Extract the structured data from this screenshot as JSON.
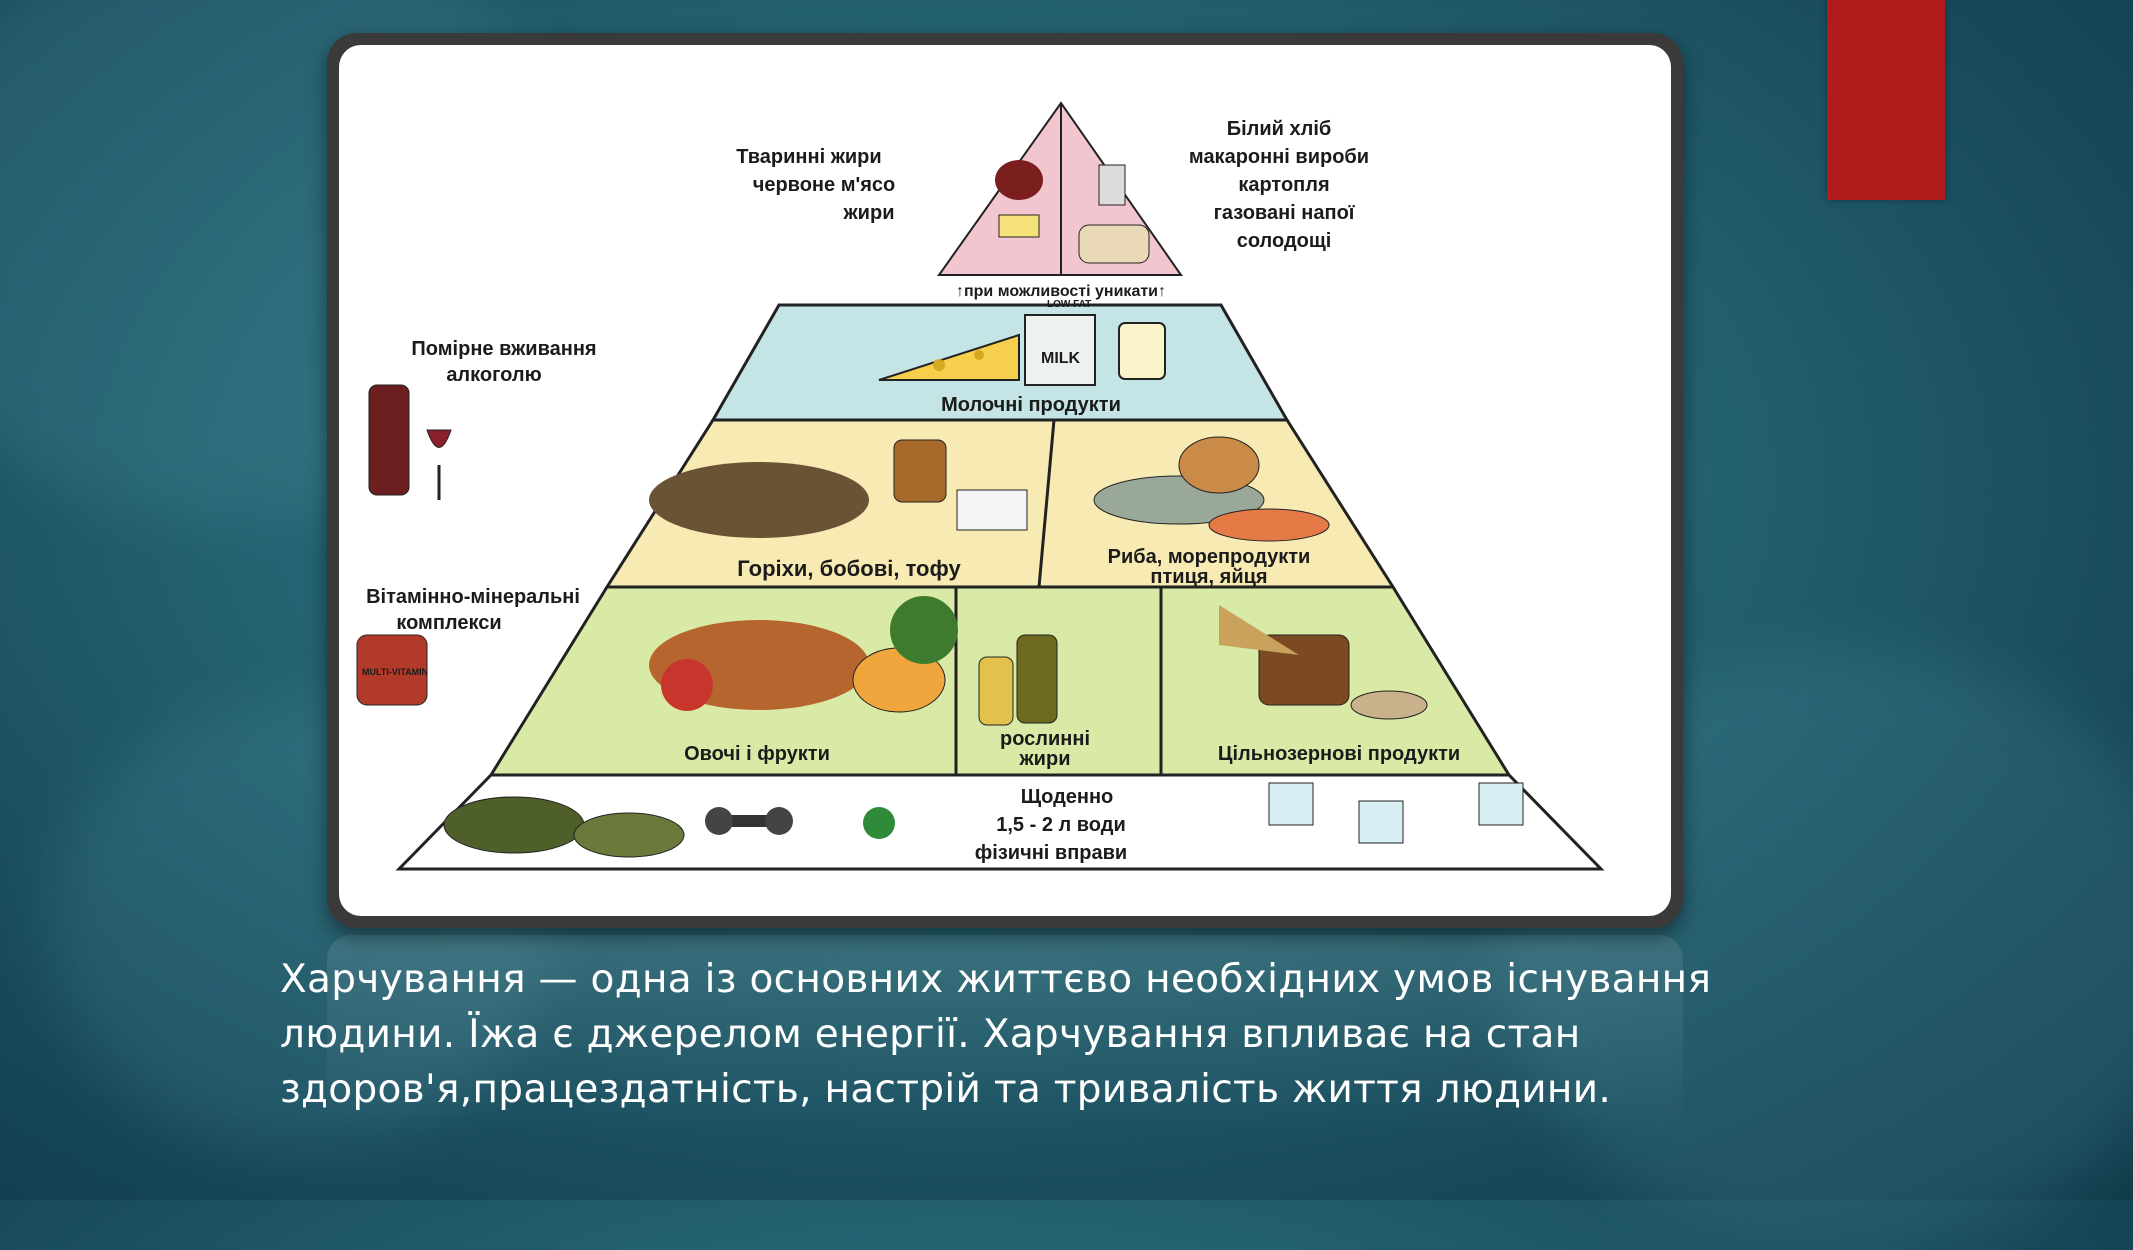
{
  "pyramid": {
    "top_left": [
      "Тваринні жири",
      "червоне м'ясо",
      "жири"
    ],
    "top_right": [
      "Білий хліб",
      "макаронні вироби",
      "картопля",
      "газовані напої",
      "солодощі"
    ],
    "avoid_note": "↑при можливості уникати↑",
    "dairy": "Молочні продукти",
    "nuts": "Горіхи, бобові, тофу",
    "fish": "Риба, морепродукти",
    "fish2": "птиця, яйця",
    "vegetables": "Овочі і фрукти",
    "oils": [
      "рослинні",
      "жири"
    ],
    "grains": "Цільнозернові продукти",
    "base": [
      "Щоденно",
      "1,5 - 2 л води",
      "фізичні вправи"
    ],
    "alcohol": [
      "Помірне вживання",
      "алкоголю"
    ],
    "vitamins": [
      "Вітамінно-мінеральні",
      "комплекси"
    ],
    "milk_label": "MILK",
    "lowfat_label": "LOW FAT",
    "vitamin_jar_label": "MULTI-VITAMIN"
  },
  "caption": {
    "text": "Харчування — одна із основних життєво необхідних умов існування людини. Їжа є джерелом енергії. Харчування впливає на стан здоров'я,працездатність, настрій та тривалість життя людини."
  },
  "colors": {
    "accent": "#b01c1c",
    "band_top": "#f2c6cf",
    "band_dairy": "#c5e4e6",
    "band_protein": "#f7eab3",
    "band_plants": "#d9eaa7",
    "band_base": "#ffffff"
  }
}
